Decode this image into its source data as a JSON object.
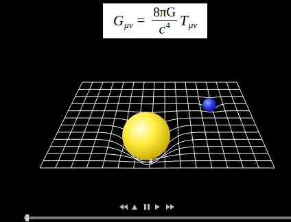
{
  "diagram": {
    "nodes": [
      {
        "text": [
          "G",
          "μν",
          "=",
          "8πG",
          "c",
          "4",
          "T",
          "μν"
        ]
      }
    ]
  }
}
